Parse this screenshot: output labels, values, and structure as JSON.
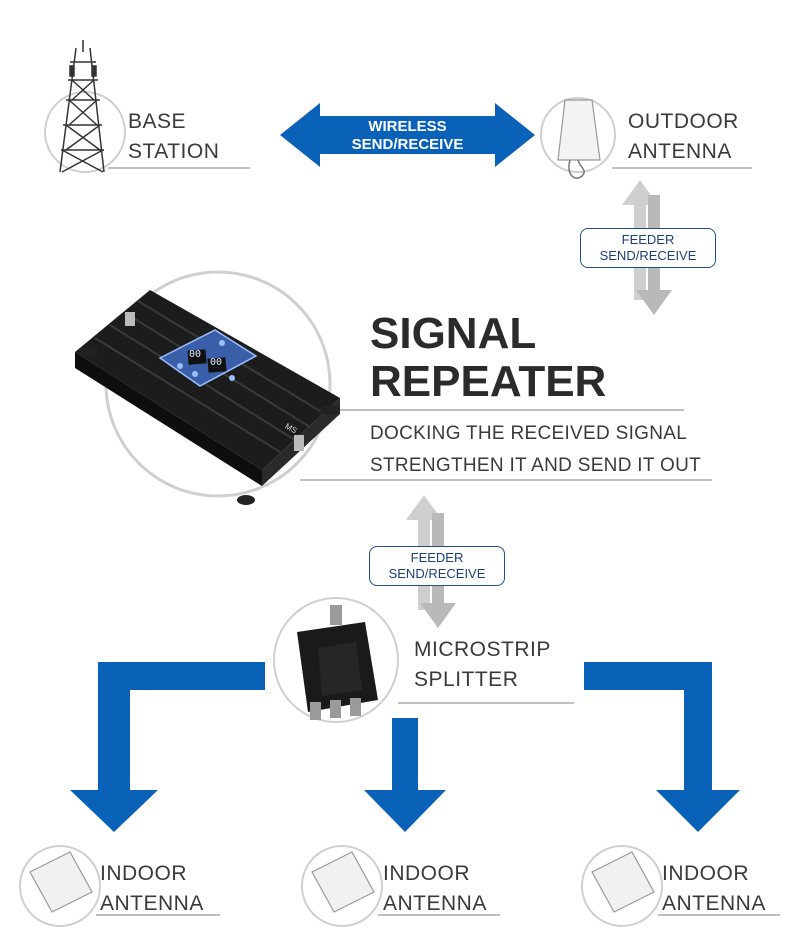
{
  "wireless": {
    "line1": "WIRELESS",
    "line2": "SEND/RECEIVE"
  },
  "base_station": {
    "line1": "BASE",
    "line2": "STATION"
  },
  "outdoor_antenna": {
    "line1": "OUTDOOR",
    "line2": "ANTENNA"
  },
  "feeder_top": {
    "line1": "FEEDER",
    "line2": "SEND/RECEIVE"
  },
  "feeder_bottom": {
    "line1": "FEEDER",
    "line2": "SEND/RECEIVE"
  },
  "repeater": {
    "title_line1": "SIGNAL",
    "title_line2": "REPEATER",
    "desc_line1": "DOCKING THE RECEIVED SIGNAL",
    "desc_line2": "STRENGTHEN IT AND SEND IT OUT",
    "display_left": "00",
    "display_right": "00",
    "port_label": "MS"
  },
  "splitter": {
    "line1": "MICROSTRIP",
    "line2": "SPLITTER"
  },
  "indoor": [
    {
      "line1": "INDOOR",
      "line2": "ANTENNA"
    },
    {
      "line1": "INDOOR",
      "line2": "ANTENNA"
    },
    {
      "line1": "INDOOR",
      "line2": "ANTENNA"
    }
  ],
  "colors": {
    "arrow_blue": "#0a62b8",
    "arrow_gray": "#c9c9c9",
    "pill_border": "#1d4f91"
  }
}
